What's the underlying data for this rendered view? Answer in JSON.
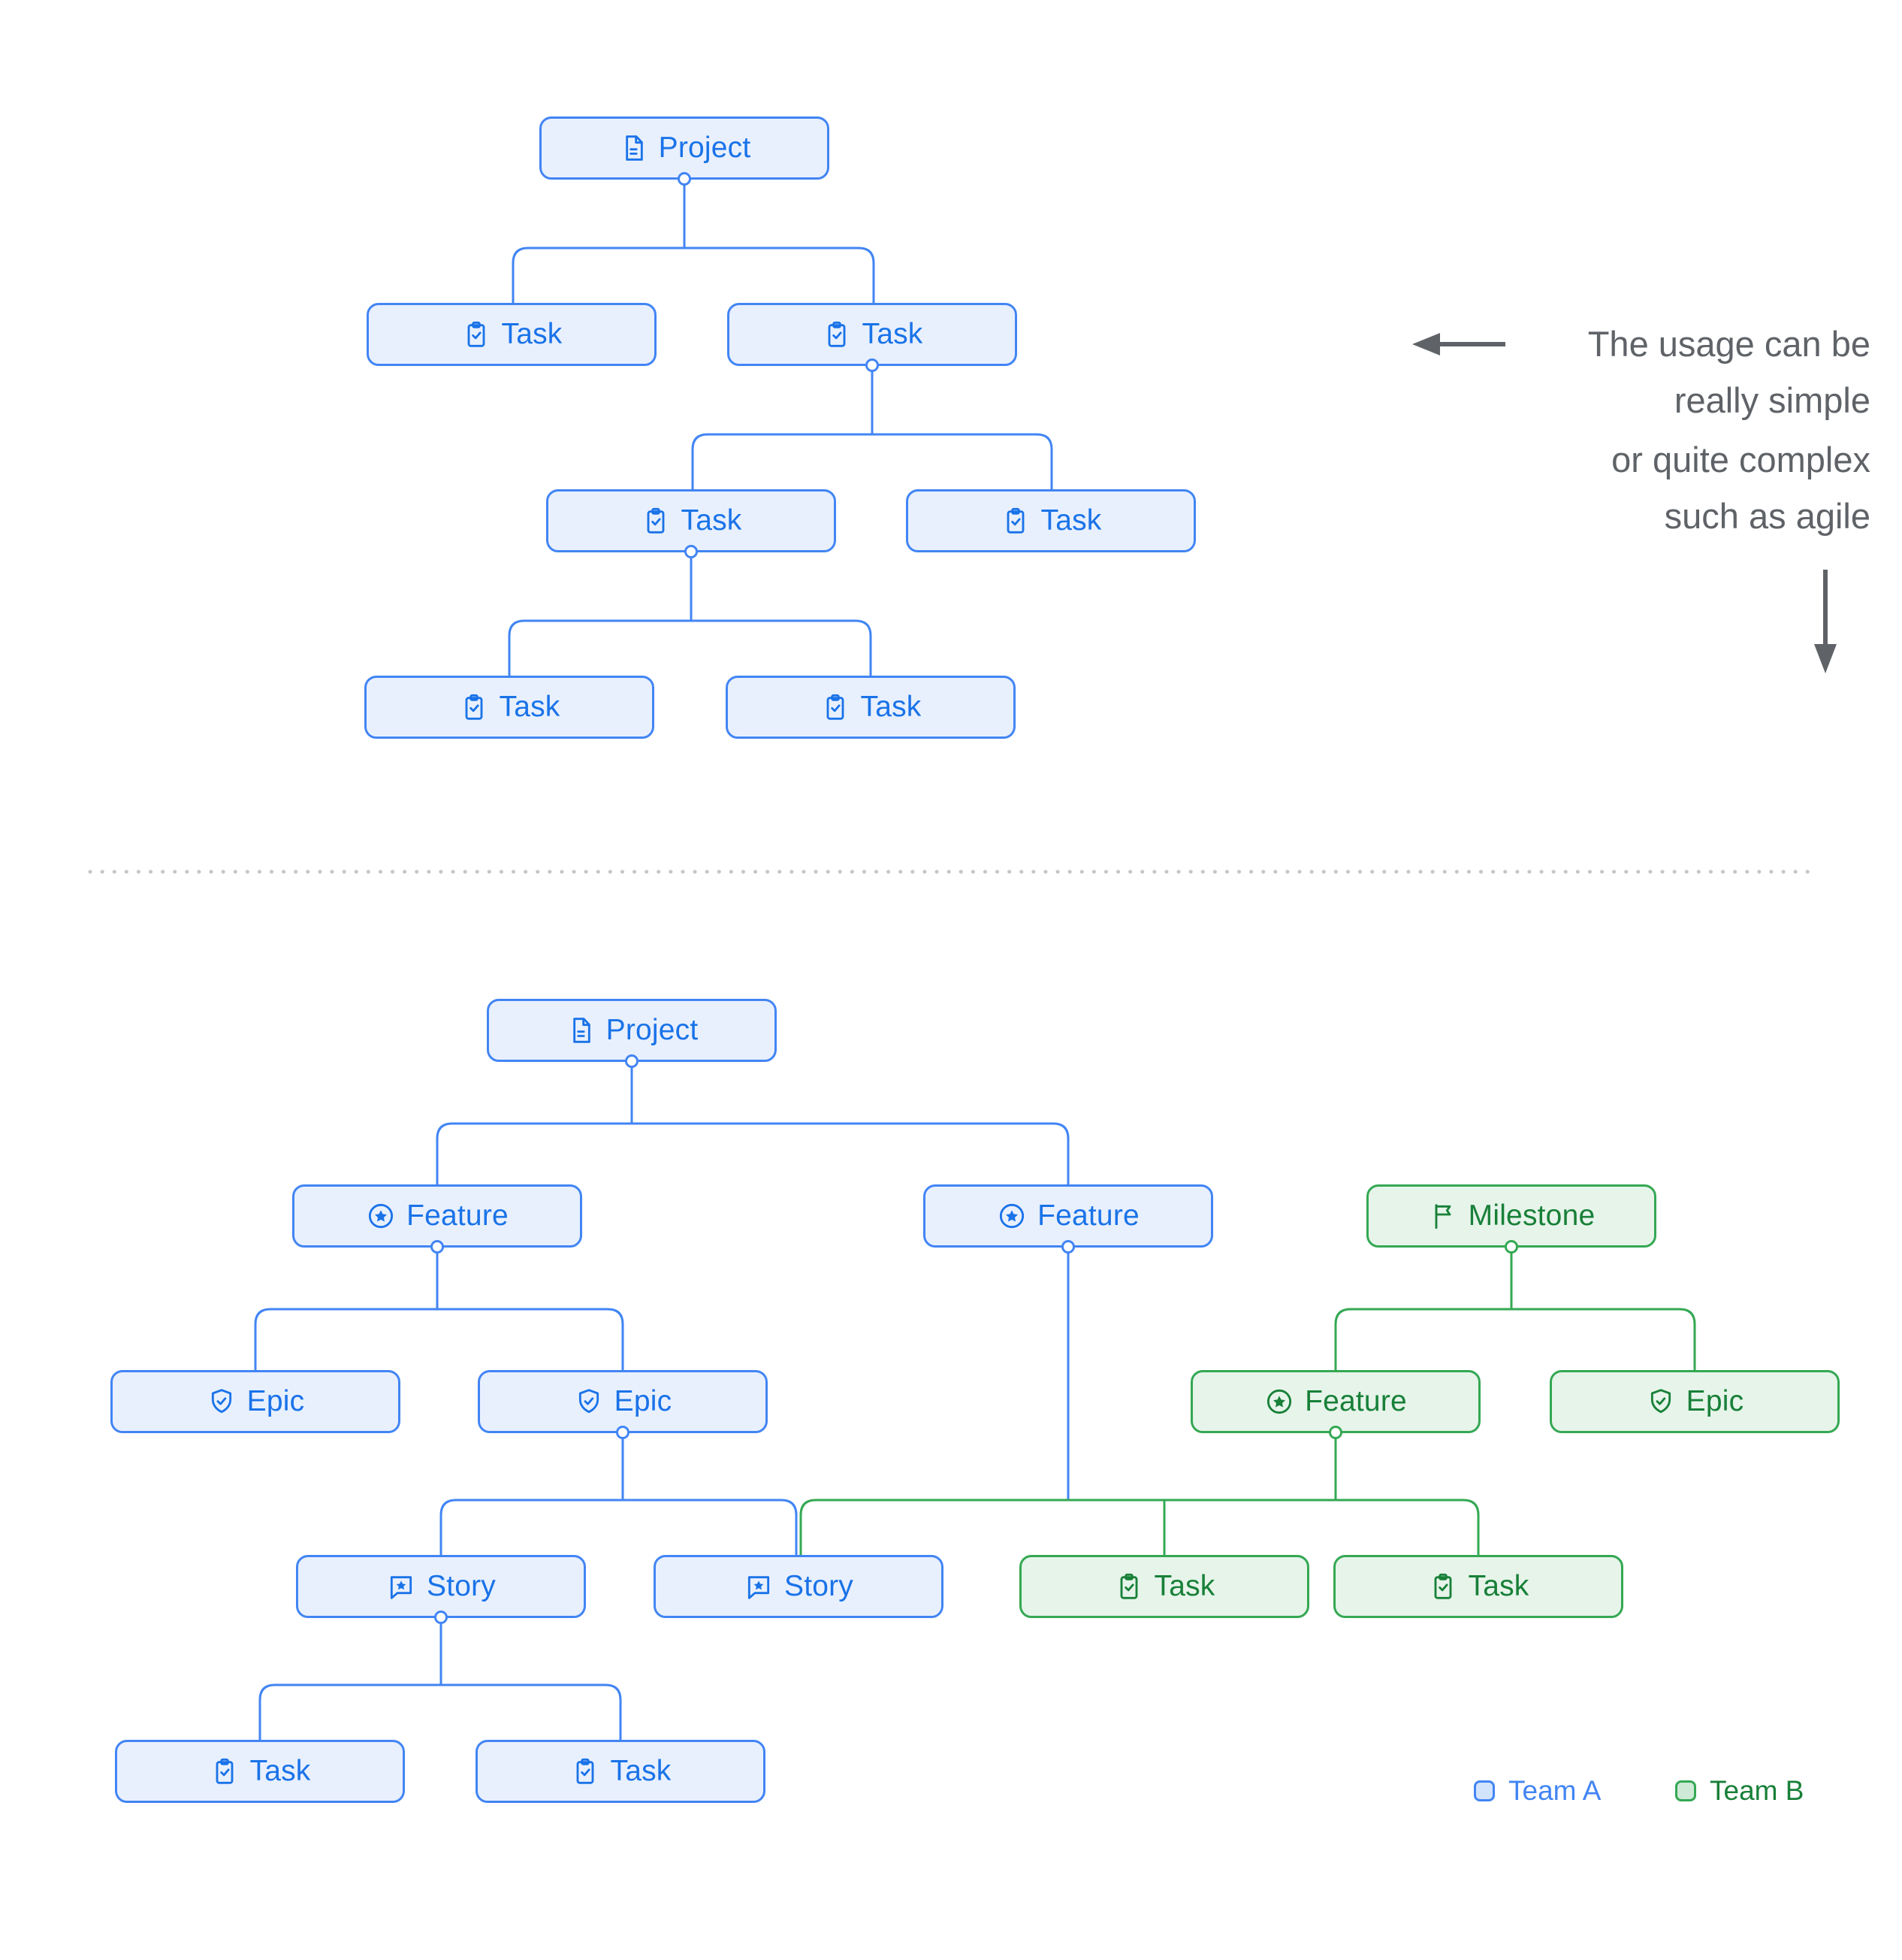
{
  "colors": {
    "team_a_border": "#4285f4",
    "team_a_fill": "#e8f0fe",
    "team_a_text": "#1a73e8",
    "team_b_border": "#34a853",
    "team_b_fill": "#e6f4ea",
    "team_b_text": "#188038",
    "annotation_text": "#5f6368",
    "arrow": "#5f6368",
    "divider_dots": "#c6c6ca"
  },
  "annotation": {
    "line1": "The usage can be",
    "line2": "really simple",
    "line3": "or quite complex",
    "line4": "such as agile"
  },
  "legend": {
    "team_a": {
      "label": "Team A"
    },
    "team_b": {
      "label": "Team B"
    }
  },
  "simple_tree": {
    "nodes": [
      {
        "id": "s1",
        "label": "Project",
        "icon": "document",
        "team": "A"
      },
      {
        "id": "s2",
        "label": "Task",
        "icon": "task",
        "team": "A"
      },
      {
        "id": "s3",
        "label": "Task",
        "icon": "task",
        "team": "A"
      },
      {
        "id": "s4",
        "label": "Task",
        "icon": "task",
        "team": "A"
      },
      {
        "id": "s5",
        "label": "Task",
        "icon": "task",
        "team": "A"
      },
      {
        "id": "s6",
        "label": "Task",
        "icon": "task",
        "team": "A"
      },
      {
        "id": "s7",
        "label": "Task",
        "icon": "task",
        "team": "A"
      }
    ],
    "edges": [
      [
        "s1",
        "s2"
      ],
      [
        "s1",
        "s3"
      ],
      [
        "s3",
        "s4"
      ],
      [
        "s3",
        "s5"
      ],
      [
        "s4",
        "s6"
      ],
      [
        "s4",
        "s7"
      ]
    ]
  },
  "complex_tree": {
    "nodes": [
      {
        "id": "c1",
        "label": "Project",
        "icon": "document",
        "team": "A"
      },
      {
        "id": "c2",
        "label": "Feature",
        "icon": "feature",
        "team": "A"
      },
      {
        "id": "c3",
        "label": "Feature",
        "icon": "feature",
        "team": "A"
      },
      {
        "id": "c4",
        "label": "Milestone",
        "icon": "milestone",
        "team": "B"
      },
      {
        "id": "c5",
        "label": "Epic",
        "icon": "epic",
        "team": "A"
      },
      {
        "id": "c6",
        "label": "Epic",
        "icon": "epic",
        "team": "A"
      },
      {
        "id": "c7",
        "label": "Feature",
        "icon": "feature",
        "team": "B"
      },
      {
        "id": "c8",
        "label": "Epic",
        "icon": "epic",
        "team": "B"
      },
      {
        "id": "c9",
        "label": "Story",
        "icon": "story",
        "team": "A"
      },
      {
        "id": "c10",
        "label": "Story",
        "icon": "story",
        "team": "A"
      },
      {
        "id": "c11",
        "label": "Task",
        "icon": "task",
        "team": "B"
      },
      {
        "id": "c12",
        "label": "Task",
        "icon": "task",
        "team": "B"
      },
      {
        "id": "c13",
        "label": "Task",
        "icon": "task",
        "team": "A"
      },
      {
        "id": "c14",
        "label": "Task",
        "icon": "task",
        "team": "A"
      }
    ],
    "edges": [
      [
        "c1",
        "c2"
      ],
      [
        "c1",
        "c3"
      ],
      [
        "c2",
        "c5"
      ],
      [
        "c2",
        "c6"
      ],
      [
        "c6",
        "c9"
      ],
      [
        "c6",
        "c10"
      ],
      [
        "c9",
        "c13"
      ],
      [
        "c9",
        "c14"
      ],
      [
        "c3",
        "c10"
      ],
      [
        "c3",
        "c11"
      ],
      [
        "c3",
        "c12"
      ],
      [
        "c7",
        "c10"
      ],
      [
        "c7",
        "c11"
      ],
      [
        "c7",
        "c12"
      ],
      [
        "c4",
        "c7"
      ],
      [
        "c4",
        "c8"
      ]
    ]
  }
}
